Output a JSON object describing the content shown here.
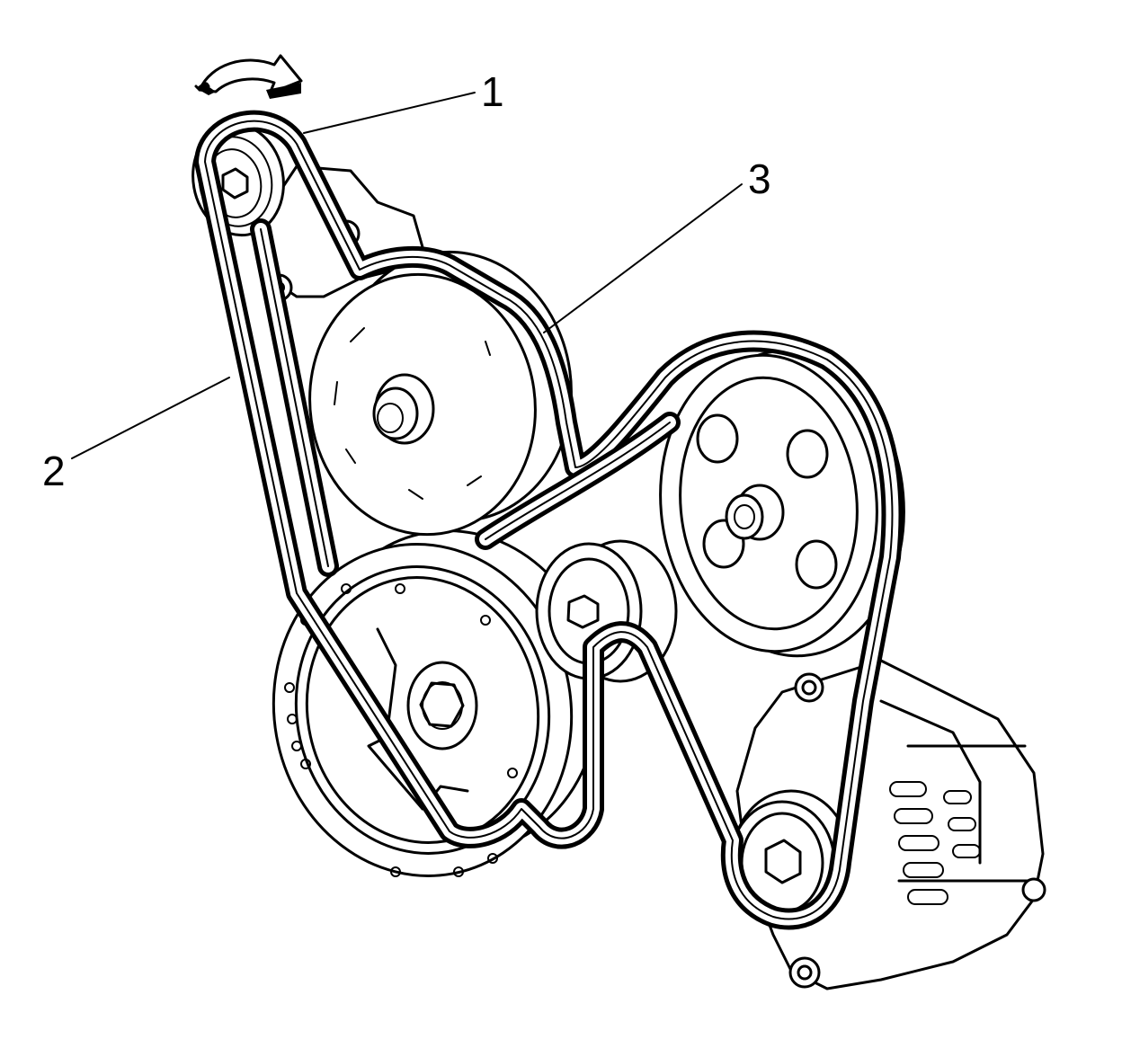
{
  "callouts": [
    {
      "number": "1"
    },
    {
      "number": "2"
    },
    {
      "number": "3"
    }
  ],
  "icons": {
    "rotation_arrow": "rotation-arrow-icon"
  },
  "colors": {
    "line": "#000000",
    "background": "#ffffff"
  }
}
